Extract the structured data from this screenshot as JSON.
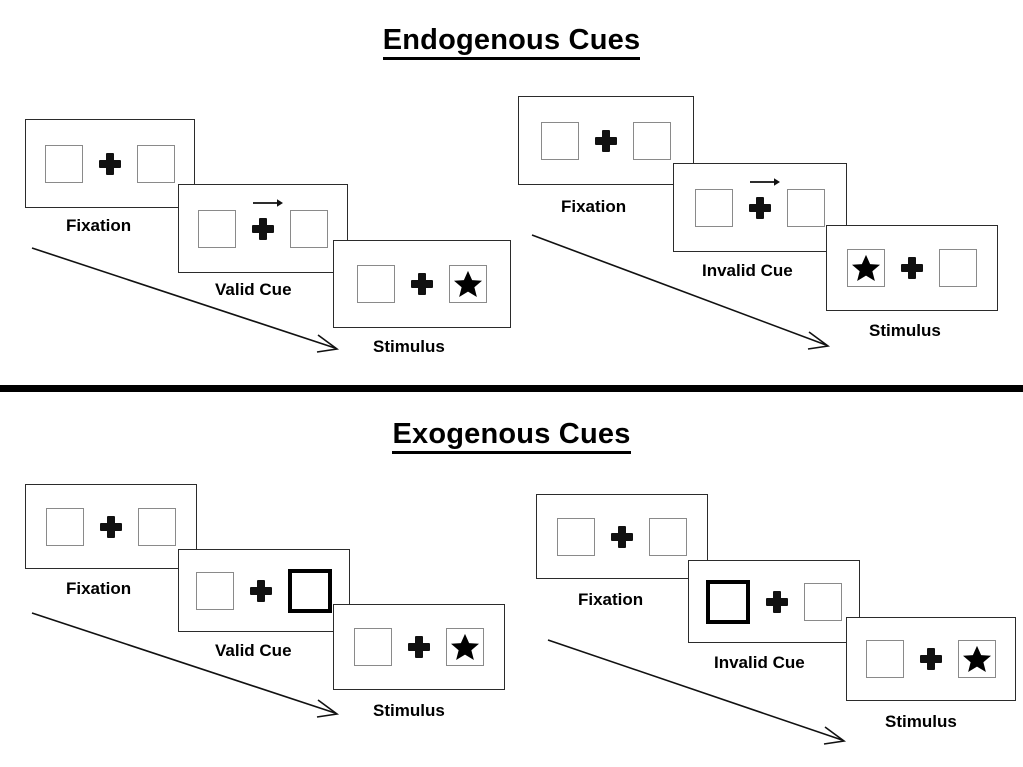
{
  "figure": {
    "type": "diagram",
    "description": "Posner spatial cueing paradigm: endogenous vs exogenous cues, valid vs invalid trials"
  },
  "sections": [
    {
      "id": "endogenous",
      "title": "Endogenous Cues",
      "trials": [
        {
          "id": "endogenous-valid",
          "cue_label": "Valid Cue",
          "frames": [
            {
              "name": "fixation",
              "label": "Fixation",
              "left_box": "empty",
              "right_box": "empty",
              "cue": "none",
              "center": "plus"
            },
            {
              "name": "cue",
              "label": "Valid Cue",
              "left_box": "empty",
              "right_box": "empty",
              "cue": "arrow-right",
              "center": "plus"
            },
            {
              "name": "stimulus",
              "label": "Stimulus",
              "left_box": "empty",
              "right_box": "star",
              "cue": "none",
              "center": "plus"
            }
          ]
        },
        {
          "id": "endogenous-invalid",
          "cue_label": "Invalid Cue",
          "frames": [
            {
              "name": "fixation",
              "label": "Fixation",
              "left_box": "empty",
              "right_box": "empty",
              "cue": "none",
              "center": "plus"
            },
            {
              "name": "cue",
              "label": "Invalid Cue",
              "left_box": "empty",
              "right_box": "empty",
              "cue": "arrow-right",
              "center": "plus"
            },
            {
              "name": "stimulus",
              "label": "Stimulus",
              "left_box": "star",
              "right_box": "empty",
              "cue": "none",
              "center": "plus"
            }
          ]
        }
      ]
    },
    {
      "id": "exogenous",
      "title": "Exogenous Cues",
      "trials": [
        {
          "id": "exogenous-valid",
          "cue_label": "Valid Cue",
          "frames": [
            {
              "name": "fixation",
              "label": "Fixation",
              "left_box": "empty",
              "right_box": "empty",
              "cue": "none",
              "center": "plus"
            },
            {
              "name": "cue",
              "label": "Valid Cue",
              "left_box": "empty",
              "right_box": "highlighted",
              "cue": "box-flash-right",
              "center": "plus"
            },
            {
              "name": "stimulus",
              "label": "Stimulus",
              "left_box": "empty",
              "right_box": "star",
              "cue": "none",
              "center": "plus"
            }
          ]
        },
        {
          "id": "exogenous-invalid",
          "cue_label": "Invalid Cue",
          "frames": [
            {
              "name": "fixation",
              "label": "Fixation",
              "left_box": "empty",
              "right_box": "empty",
              "cue": "none",
              "center": "plus"
            },
            {
              "name": "cue",
              "label": "Invalid Cue",
              "left_box": "highlighted",
              "right_box": "empty",
              "cue": "box-flash-left",
              "center": "plus"
            },
            {
              "name": "stimulus",
              "label": "Stimulus",
              "left_box": "empty",
              "right_box": "star",
              "cue": "none",
              "center": "plus"
            }
          ]
        }
      ]
    }
  ],
  "colors": {
    "box_outline": "#8a8a8a",
    "card_outline": "#2b2b2b",
    "cued_box_outline": "#000000",
    "text": "#000000",
    "divider": "#000000",
    "background": "#ffffff"
  }
}
